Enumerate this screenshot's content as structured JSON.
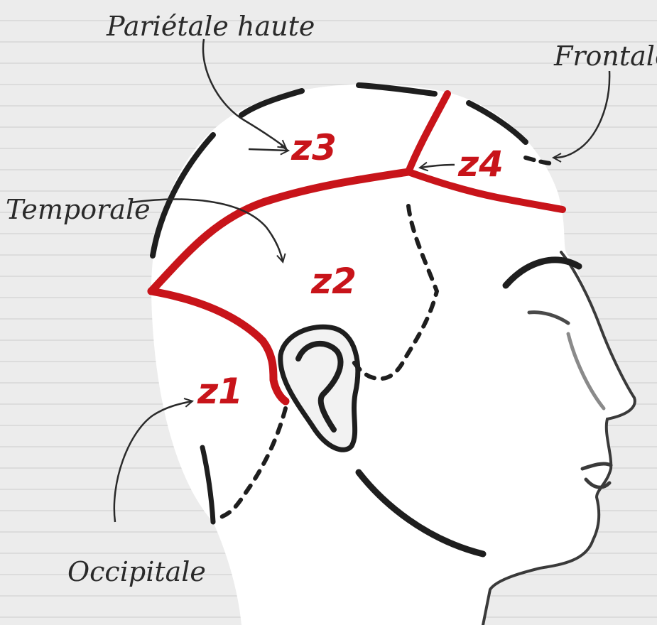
{
  "labels": {
    "parietale_haute": "Pariétale haute",
    "frontale": "Frontale",
    "temporale": "Temporale",
    "occipitale": "Occipitale"
  },
  "zones": {
    "z1": "z1",
    "z2": "z2",
    "z3": "z3",
    "z4": "z4"
  },
  "colors": {
    "zone_line": "#c8141a",
    "ink": "#1e1e1e",
    "paper": "#ececec",
    "paper_line": "#d4d4d4"
  }
}
